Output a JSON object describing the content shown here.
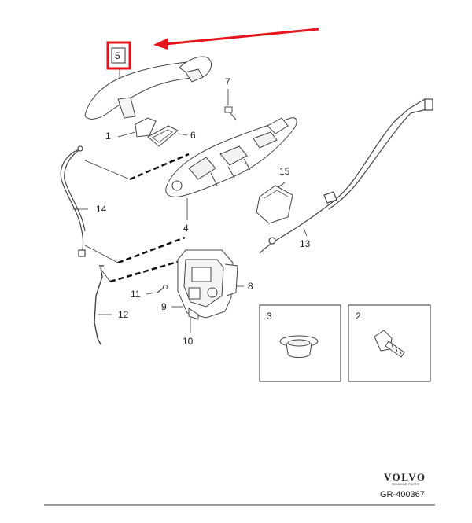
{
  "callouts": {
    "c1": "1",
    "c4": "4",
    "c5": "5",
    "c6": "6",
    "c7": "7",
    "c8": "8",
    "c9": "9",
    "c10": "10",
    "c11": "11",
    "c12": "12",
    "c13": "13",
    "c14": "14",
    "c15": "15"
  },
  "insets": {
    "left_label": "3",
    "right_label": "2"
  },
  "highlight": {
    "color": "#e8141c"
  },
  "footer": {
    "brand": "VOLVO",
    "brand_sub": "GENUINE PARTS",
    "figure_ref": "GR-400367"
  }
}
